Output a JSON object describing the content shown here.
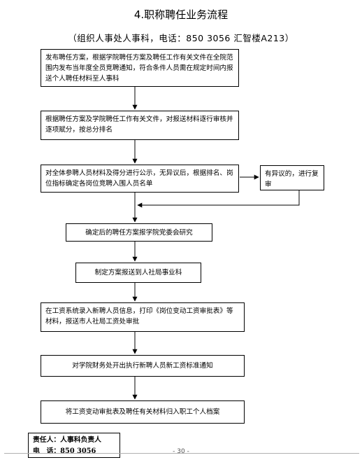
{
  "title": "4.职称聘任业务流程",
  "subtitle": "（组织人事处人事科，电话：850 3056 汇智楼A213）",
  "steps": {
    "s1": "发布聘任方案，根据学院聘任方案及聘任工作有关文件在全院范围内发布当年度全员竞聘通知，符合条件人员需在规定时间内报送个人聘任材料至人事科",
    "s2": "根据聘任方案及学院聘任工作有关文件，对报送材料逐行审核并逐项赋分，按总分排名",
    "s3": "对全体参聘人员材料及得分进行公示，无异议后，根据排名、岗位指标确定各岗位竞聘入围人员名单",
    "side": "有异议的，进行复审",
    "s4": "确定后的聘任方案报学院党委会研究",
    "s5": "制定方案报送到人社局事业科",
    "s6": "在工资系统录入新聘人员信息，打印《岗位变动工资审批表》等材料，报送市人社局工资处审批",
    "s7": "对学院财务处开出执行新聘人员新工资标准通知",
    "s8": "将工资变动审批表及聘任有关材料归入职工个人档案"
  },
  "footer": {
    "responsible": "责任人：人事科负责人",
    "phone": "电　话：850 3056"
  },
  "page_number": "- 30 -"
}
